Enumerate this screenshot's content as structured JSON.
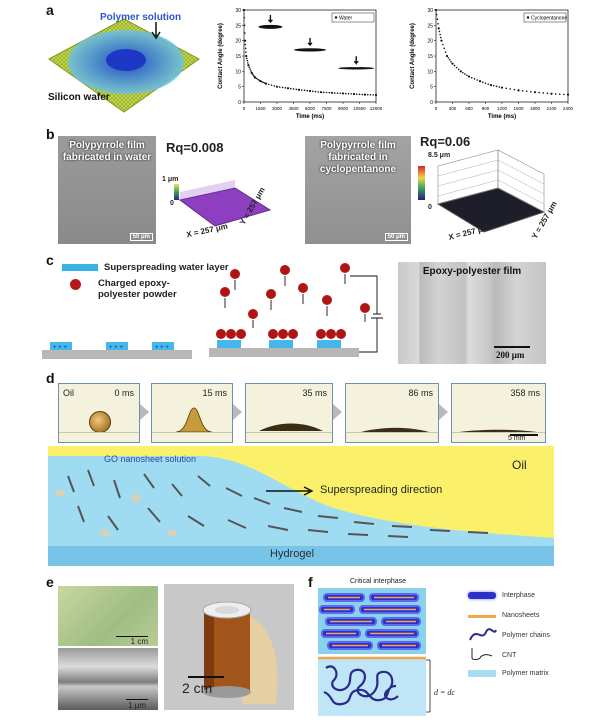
{
  "panel_labels": {
    "a": "a",
    "b": "b",
    "c": "c",
    "d": "d",
    "e": "e",
    "f": "f"
  },
  "a": {
    "polymer_solution": "Polymer solution",
    "silicon_wafer": "Silicon wafer",
    "chart_water_legend": "Water",
    "chart_cyclo_legend": "Cyclopentanone"
  },
  "b": {
    "film_water": "Polypyrrole film fabricated in water",
    "film_cyclo": "Polypyrrole film fabricated in cyclopentanone",
    "rq_water": "Rq=0.008",
    "rq_cyclo": "Rq=0.06",
    "scale_left": "50 μm",
    "scale_right": "50 μm",
    "axis_z_left": "1 μm",
    "axis_x_left": "X = 257 μm",
    "axis_y_left": "Y = 257 μm",
    "axis_z_right": "8.5 μm",
    "axis_x_right": "X = 257 μm",
    "axis_y_right": "Y = 257 μm",
    "zero": "0"
  },
  "c": {
    "legend_water": "Superspreading water layer",
    "legend_powder": "Charged epoxy-polyester powder",
    "film_title": "Epoxy-polyester film",
    "scale": "200 μm"
  },
  "d": {
    "oil_label": "Oil",
    "times": [
      "0 ms",
      "15 ms",
      "35 ms",
      "86 ms",
      "358 ms"
    ],
    "scale": "5 mm",
    "go_solution": "GO nanosheet solution",
    "oil_right": "Oil",
    "direction": "Superspreading direction",
    "hydrogel": "Hydrogel"
  },
  "e": {
    "scale_top": "1 cm",
    "scale_bottom": "1 μm",
    "scale_photo": "2 cm"
  },
  "f": {
    "title": "Critical interphase",
    "legend": [
      "Interphase",
      "Nanosheets",
      "Polymer chains",
      "CNT",
      "Polymer matrix"
    ],
    "d_label": "d = dc"
  },
  "chart_data": [
    {
      "type": "scatter",
      "title": "",
      "series": [
        {
          "name": "Water",
          "x": [
            0,
            100,
            200,
            400,
            700,
            1000,
            1500,
            2000,
            3000,
            4000,
            5000,
            6000,
            7000,
            8000,
            9000,
            10000,
            11000,
            12000
          ],
          "y": [
            30,
            20,
            15,
            12,
            9.5,
            8,
            6.8,
            6,
            5,
            4.5,
            4,
            3.6,
            3.2,
            3,
            2.8,
            2.6,
            2.4,
            2.3
          ]
        }
      ],
      "xlabel": "Time (ms)",
      "ylabel": "Contact Angle (degree)",
      "xlim": [
        0,
        12000
      ],
      "ylim": [
        0,
        30
      ],
      "xticks": [
        "0",
        "1500",
        "3000",
        "4500",
        "6000",
        "7500",
        "9000",
        "10500",
        "12000"
      ],
      "yticks": [
        "0",
        "5",
        "10",
        "15",
        "20",
        "25",
        "30"
      ],
      "legend": "top-right"
    },
    {
      "type": "scatter",
      "title": "",
      "series": [
        {
          "name": "Cyclopentanone",
          "x": [
            0,
            50,
            100,
            200,
            300,
            450,
            600,
            800,
            1000,
            1200,
            1500,
            1800,
            2100,
            2400
          ],
          "y": [
            30,
            24,
            20,
            15,
            12.5,
            10,
            8.3,
            6.8,
            5.5,
            4.7,
            3.8,
            3.2,
            2.7,
            2.4
          ]
        }
      ],
      "xlabel": "Time (ms)",
      "ylabel": "Contact Angle (degree)",
      "xlim": [
        0,
        2400
      ],
      "ylim": [
        0,
        30
      ],
      "xticks": [
        "0",
        "300",
        "600",
        "900",
        "1200",
        "1500",
        "1800",
        "2100",
        "2400"
      ],
      "yticks": [
        "0",
        "5",
        "10",
        "15",
        "20",
        "25",
        "30"
      ],
      "legend": "top-right"
    }
  ]
}
